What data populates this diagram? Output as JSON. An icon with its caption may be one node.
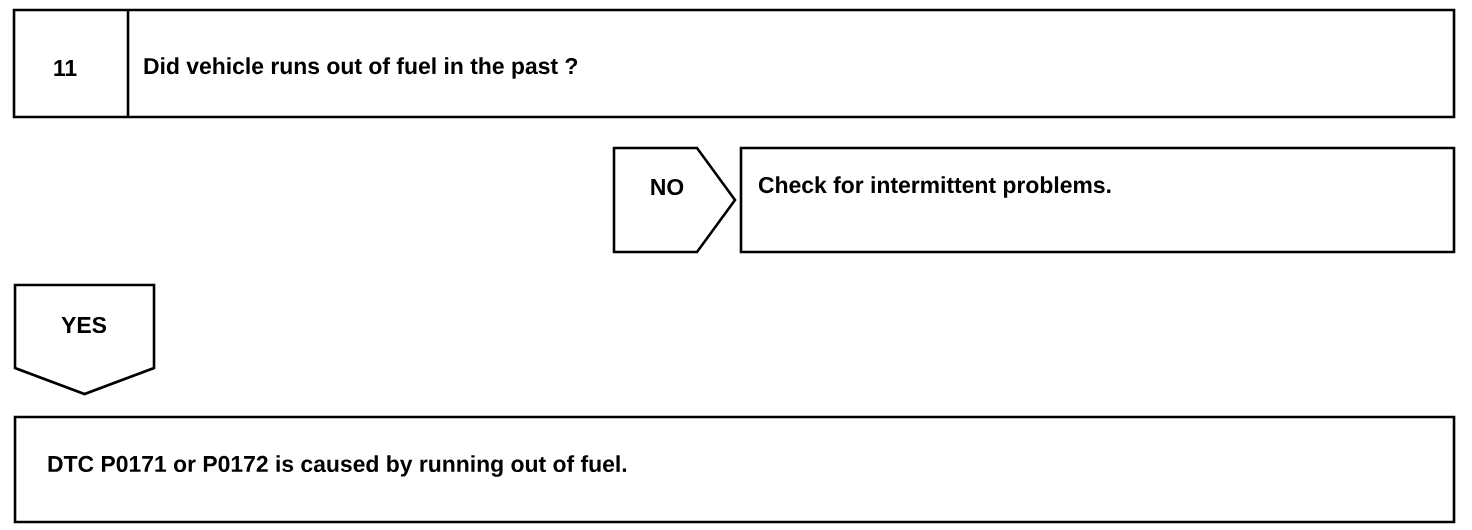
{
  "diagram": {
    "nodes": [
      {
        "text": [
          "11",
          "Did vehicle runs out of fuel in the past ?"
        ]
      },
      {
        "text": [
          "NO"
        ]
      },
      {
        "text": [
          "Check for intermittent problems."
        ]
      },
      {
        "text": [
          "YES"
        ]
      },
      {
        "text": [
          "DTC P0171 or P0172 is caused by running out of fuel."
        ]
      }
    ]
  }
}
